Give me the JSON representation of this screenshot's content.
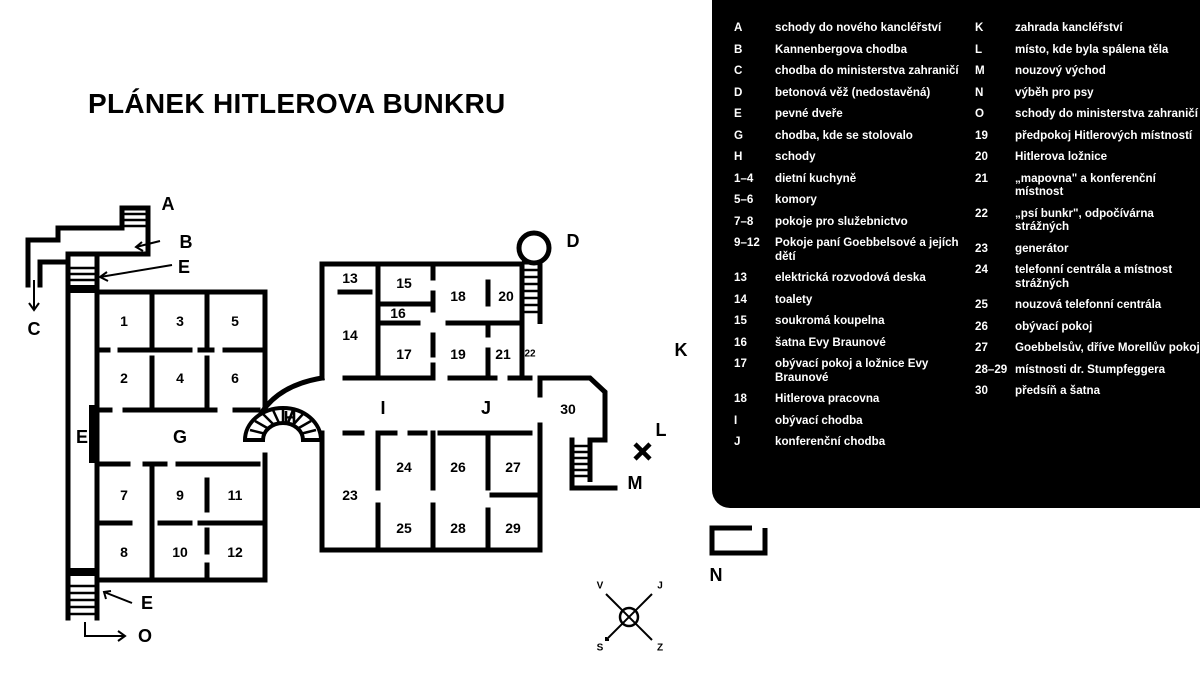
{
  "title": "PLÁNEK HITLEROVA BUNKRU",
  "rooms": {
    "r1": "1",
    "r2": "2",
    "r3": "3",
    "r4": "4",
    "r5": "5",
    "r6": "6",
    "r7": "7",
    "r8": "8",
    "r9": "9",
    "r10": "10",
    "r11": "11",
    "r12": "12",
    "r13": "13",
    "r14": "14",
    "r15": "15",
    "r16": "16",
    "r17": "17",
    "r18": "18",
    "r19": "19",
    "r20": "20",
    "r21": "21",
    "r22": "22",
    "r23": "23",
    "r24": "24",
    "r25": "25",
    "r26": "26",
    "r27": "27",
    "r28": "28",
    "r29": "29",
    "r30": "30",
    "G": "G",
    "H": "H",
    "I": "I",
    "J": "J",
    "E": "E"
  },
  "markers": {
    "A": "A",
    "B": "B",
    "C": "C",
    "D": "D",
    "E": "E",
    "K": "K",
    "L": "L",
    "M": "M",
    "N": "N",
    "O": "O"
  },
  "compass": {
    "north": "V",
    "east": "J",
    "south": "Z",
    "west": "S"
  },
  "legend": {
    "col1": [
      {
        "key": "A",
        "desc": "schody do nového kancléřství"
      },
      {
        "key": "B",
        "desc": "Kannenbergova chodba"
      },
      {
        "key": "C",
        "desc": "chodba do ministerstva zahraničí"
      },
      {
        "key": "D",
        "desc": "betonová věž (nedostavěná)"
      },
      {
        "key": "E",
        "desc": "pevné dveře"
      },
      {
        "key": "G",
        "desc": "chodba, kde se stolovalo"
      },
      {
        "key": "H",
        "desc": "schody"
      },
      {
        "key": "1–4",
        "desc": "dietní kuchyně"
      },
      {
        "key": "5–6",
        "desc": "komory"
      },
      {
        "key": "7–8",
        "desc": "pokoje pro služebnictvo"
      },
      {
        "key": "9–12",
        "desc": "Pokoje paní Goebbelsové a jejích dětí"
      },
      {
        "key": "13",
        "desc": "elektrická rozvodová deska"
      },
      {
        "key": "14",
        "desc": "toalety"
      },
      {
        "key": "15",
        "desc": "soukromá koupelna"
      },
      {
        "key": "16",
        "desc": "šatna Evy Braunové"
      },
      {
        "key": "17",
        "desc": "obývací pokoj a ložnice Evy Braunové"
      },
      {
        "key": "18",
        "desc": "Hitlerova pracovna"
      },
      {
        "key": "I",
        "desc": "obývací chodba"
      },
      {
        "key": "J",
        "desc": "konferenční chodba"
      }
    ],
    "col2": [
      {
        "key": "K",
        "desc": "zahrada kancléřství"
      },
      {
        "key": "L",
        "desc": "místo, kde byla spálena těla"
      },
      {
        "key": "M",
        "desc": "nouzový východ"
      },
      {
        "key": "N",
        "desc": "výběh pro psy"
      },
      {
        "key": "O",
        "desc": "schody do ministerstva zahraničí"
      },
      {
        "key": "19",
        "desc": "předpokoj Hitlerových místností"
      },
      {
        "key": "20",
        "desc": "Hitlerova ložnice"
      },
      {
        "key": "21",
        "desc": "„mapovna\" a konferenční místnost"
      },
      {
        "key": "22",
        "desc": "„psí bunkr\", odpočívárna strážných"
      },
      {
        "key": "23",
        "desc": "generátor"
      },
      {
        "key": "24",
        "desc": "telefonní centrála a místnost strážných"
      },
      {
        "key": "25",
        "desc": "nouzová telefonní centrála"
      },
      {
        "key": "26",
        "desc": "obývací pokoj"
      },
      {
        "key": "27",
        "desc": "Goebbelsův, dříve Morellův pokoj"
      },
      {
        "key": "28–29",
        "desc": "místnosti dr. Stumpfeggera"
      },
      {
        "key": "30",
        "desc": "předsíň a šatna"
      }
    ]
  }
}
